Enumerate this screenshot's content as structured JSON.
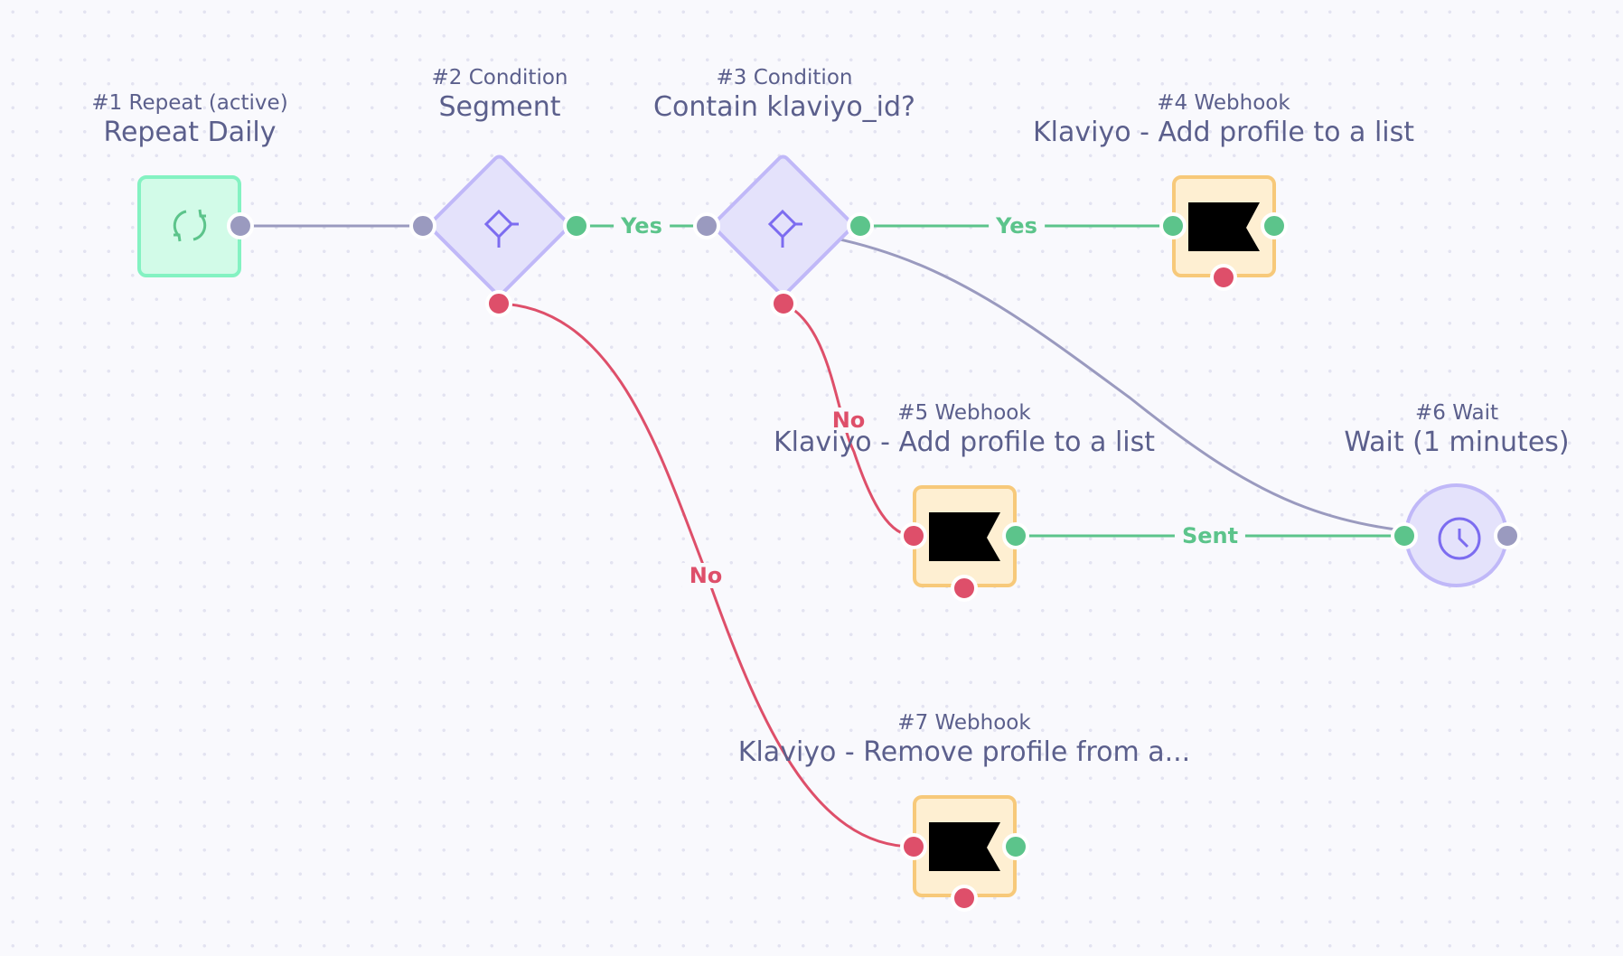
{
  "canvas": {
    "background": "#f9f9fd",
    "grid": "dots"
  },
  "colors": {
    "label_text": "#5b5f8c",
    "edge_default": "#9a9abf",
    "edge_yes": "#5cc48b",
    "edge_no": "#de4f6a",
    "repeat_fill": "#d2fbe8",
    "repeat_border": "#84f2c2",
    "webhook_fill": "#feefd2",
    "webhook_border": "#f7c97a",
    "condition_fill": "#e4e2fb",
    "condition_border": "#c0b8f8",
    "icon_purple": "#7c6cf0"
  },
  "nodes": [
    {
      "id": 1,
      "type": "repeat",
      "subtitle": "#1 Repeat (active)",
      "title": "Repeat Daily",
      "icon": "refresh-icon"
    },
    {
      "id": 2,
      "type": "condition",
      "subtitle": "#2 Condition",
      "title": "Segment",
      "icon": "condition-icon"
    },
    {
      "id": 3,
      "type": "condition",
      "subtitle": "#3 Condition",
      "title": "Contain klaviyo_id?",
      "icon": "condition-icon"
    },
    {
      "id": 4,
      "type": "webhook",
      "subtitle": "#4 Webhook",
      "title": "Klaviyo - Add profile to a list",
      "icon": "klaviyo-flag-icon"
    },
    {
      "id": 5,
      "type": "webhook",
      "subtitle": "#5 Webhook",
      "title": "Klaviyo - Add profile to a list",
      "icon": "klaviyo-flag-icon"
    },
    {
      "id": 6,
      "type": "wait",
      "subtitle": "#6 Wait",
      "title": "Wait (1 minutes)",
      "icon": "clock-icon"
    },
    {
      "id": 7,
      "type": "webhook",
      "subtitle": "#7 Webhook",
      "title": "Klaviyo - Remove profile from a...",
      "icon": "klaviyo-flag-icon"
    }
  ],
  "edges": [
    {
      "from": 1,
      "to": 2,
      "label": "",
      "kind": "default"
    },
    {
      "from": 2,
      "to": 3,
      "label": "Yes",
      "kind": "yes"
    },
    {
      "from": 2,
      "to": 7,
      "label": "No",
      "kind": "no"
    },
    {
      "from": 3,
      "to": 4,
      "label": "Yes",
      "kind": "yes"
    },
    {
      "from": 3,
      "to": 5,
      "label": "No",
      "kind": "no"
    },
    {
      "from": 3,
      "to": 6,
      "label": "",
      "kind": "default"
    },
    {
      "from": 5,
      "to": 6,
      "label": "Sent",
      "kind": "yes"
    }
  ]
}
